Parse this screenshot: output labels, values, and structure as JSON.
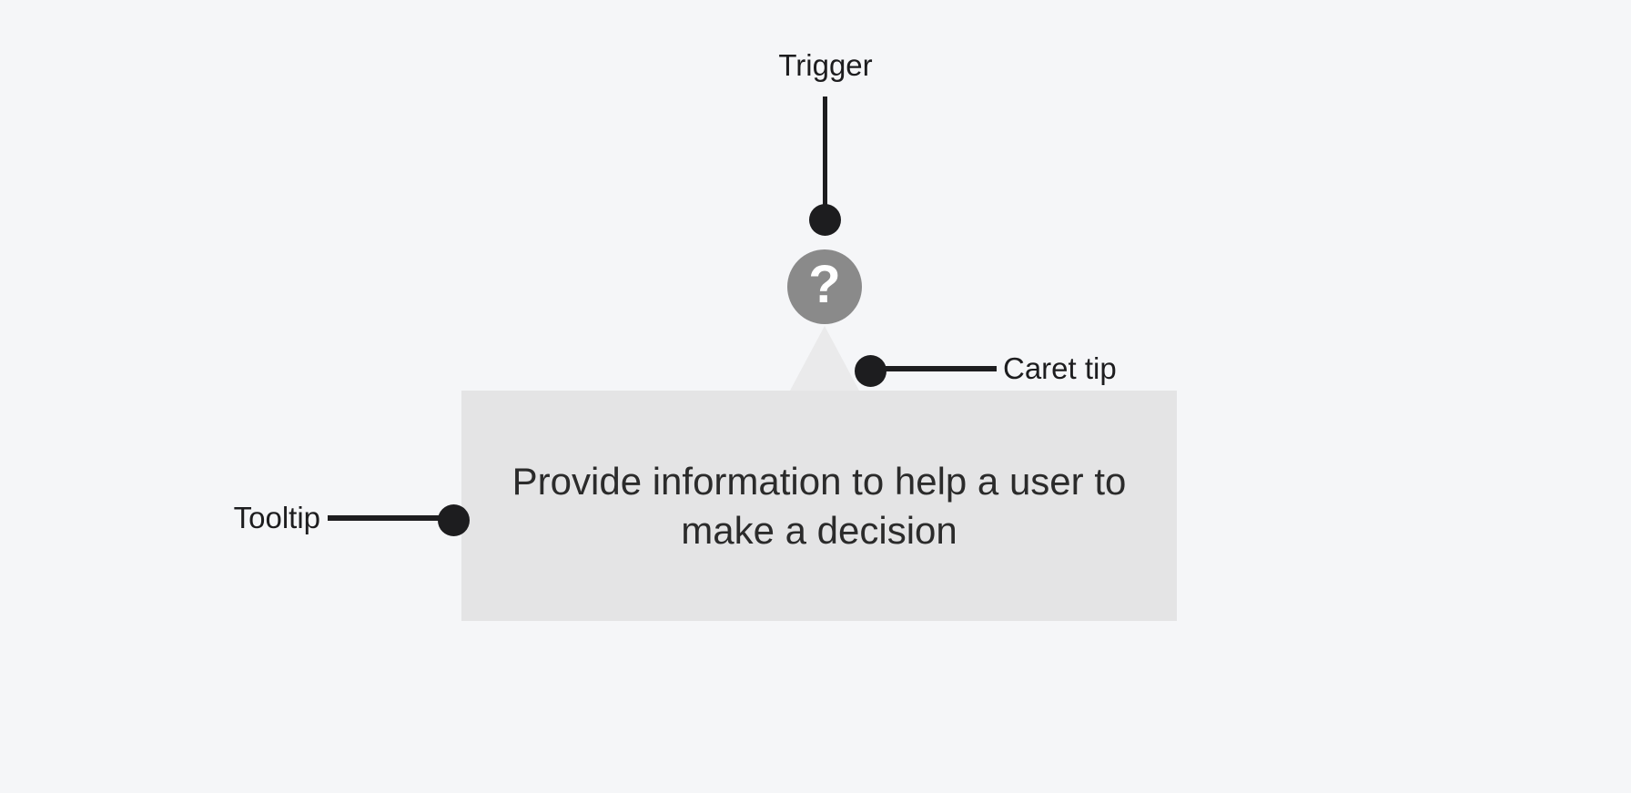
{
  "diagram": {
    "subject": "tooltip-anatomy",
    "trigger": {
      "label": "Trigger",
      "icon": "question-mark-icon",
      "icon_glyph": "?"
    },
    "caret_tip": {
      "label": "Caret tip"
    },
    "tooltip": {
      "label": "Tooltip",
      "text": "Provide information to help a user to make a decision",
      "lines": [
        "Provide information to help a user to",
        "make a decision"
      ]
    },
    "colors": {
      "background": "#f5f6f8",
      "tooltip_bg": "#e4e4e5",
      "caret_bg": "#eaeaeb",
      "icon_bg": "#8a8a8a",
      "icon_glyph": "#ffffff",
      "annotation": "#1d1d1f",
      "text": "#2b2b2b"
    }
  }
}
